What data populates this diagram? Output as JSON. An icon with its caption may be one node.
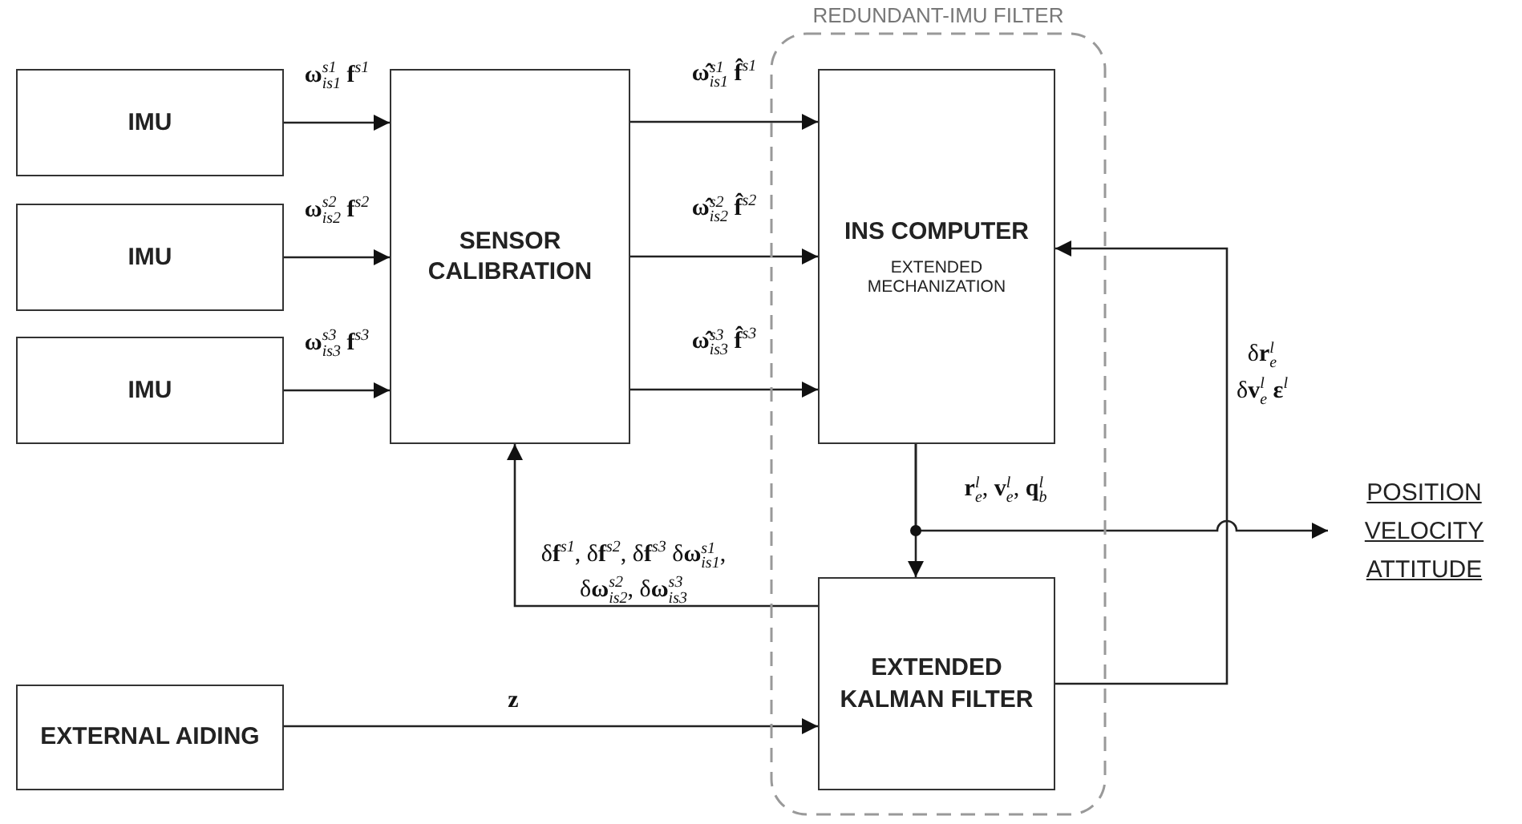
{
  "diagram": {
    "nodes": [
      {
        "text": [
          "IMU"
        ]
      },
      {
        "text": [
          "IMU"
        ]
      },
      {
        "text": [
          "IMU"
        ]
      },
      {
        "text": [
          "SENSOR CALIBRATION"
        ]
      },
      {
        "text": [
          "REDUNDANT-IMU FILTER"
        ]
      },
      {
        "text": [
          "INS COMPUTER",
          "EXTENDED MECHANIZATION"
        ],
        "in": 4
      },
      {
        "text": [
          "EXTENDED KALMAN FILTER"
        ],
        "in": 4
      },
      {
        "text": [
          "EXTERNAL AIDING"
        ]
      },
      {
        "text": [
          "POSITION VELOCITY ATTITUDE"
        ]
      }
    ],
    "edges": [
      {
        "from": 0,
        "to": 3,
        "arrow": "to",
        "label": "**ω**$^{s1}$$_{is1}$ **f**$^{s1}$"
      },
      {
        "from": 1,
        "to": 3,
        "arrow": "to",
        "label": "**ω**$^{s2}$$_{is2}$ **f**$^{s2}$"
      },
      {
        "from": 2,
        "to": 3,
        "arrow": "to",
        "label": "**ω**$^{s3}$$_{is3}$ **f**$^{s3}$"
      },
      {
        "from": 3,
        "to": 5,
        "arrow": "to",
        "label": "**ω̂**$^{s1}$$_{is1}$ **f̂**$^{s1}$"
      },
      {
        "from": 3,
        "to": 5,
        "arrow": "to",
        "label": "**ω̂**$^{s2}$$_{is2}$ **f̂**$^{s2}$"
      },
      {
        "from": 3,
        "to": 5,
        "arrow": "to",
        "label": "**ω̂**$^{s3}$$_{is3}$ **f̂**$^{s3}$"
      },
      {
        "from": 5,
        "to": 6,
        "arrow": "to"
      },
      {
        "from": 5,
        "to": 8,
        "arrow": "to",
        "label": "**r**$^{l}$$_{e}$, **v**$^{l}$$_{e}$, **q**$^{l}$$_{b}$"
      },
      {
        "from": 6,
        "to": 5,
        "arrow": "to",
        "label": "δ**r**$^{l}$$_{e}$ δ**v**$^{l}$$_{e}$ **ε**$^{l}$"
      },
      {
        "from": 6,
        "to": 3,
        "arrow": "to",
        "label": "δ**f**$^{s1}$, δ**f**$^{s2}$, δ**f**$^{s3}$ δ**ω**$^{s1}$$_{is1}$, δ**ω**$^{s2}$$_{is2}$, δ**ω**$^{s3}$$_{is3}$"
      },
      {
        "from": 7,
        "to": 6,
        "arrow": "to",
        "label": "**z**"
      }
    ]
  }
}
